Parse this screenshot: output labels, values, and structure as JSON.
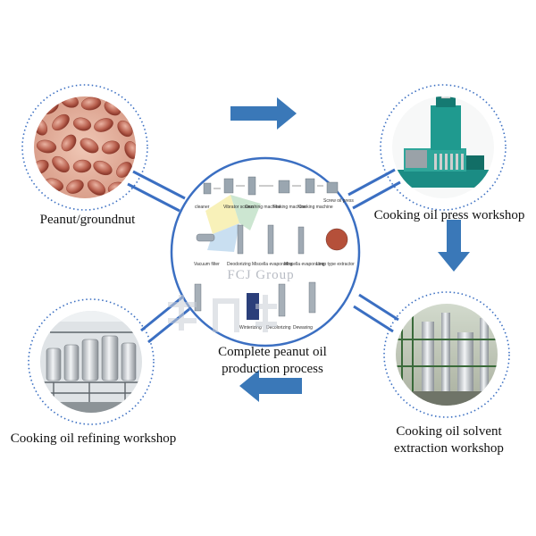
{
  "title": {
    "line1": "Complete peanut oil",
    "line2": "production process"
  },
  "watermark": "FCJ Group",
  "nodes": {
    "peanut": {
      "label": "Peanut/groundnut"
    },
    "press": {
      "label": "Cooking oil press workshop"
    },
    "solvent": {
      "label_line1": "Cooking oil solvent",
      "label_line2": "extraction workshop"
    },
    "refining": {
      "label": "Cooking oil refining workshop"
    }
  },
  "process_steps": {
    "row1": [
      "cleaner",
      "Vibrator screen",
      "Crushing machine",
      "Flaking machine",
      "Cooking machine",
      "Screw oil press"
    ],
    "row2": [
      "Vacuum filter",
      "Deodorizing",
      "Miscella evaporating",
      "Miscella evaporating",
      "Loop type extractor"
    ],
    "row3": [
      "Winterizing",
      "Decolorizing",
      "Dewaxing"
    ]
  },
  "colors": {
    "arrow_fill": "#3a78b8",
    "connector": "#3b6fc2",
    "dotted_ring": "#3b6fc2"
  }
}
